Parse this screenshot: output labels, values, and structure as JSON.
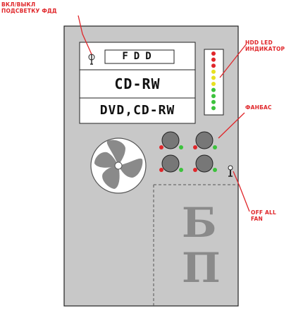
{
  "labels": {
    "backlight_switch_line1": "ВКЛ/ВЫКЛ",
    "backlight_switch_line2": "ПОДСВЕТКУ ФДД",
    "hdd_led_line1": "HDD LED",
    "hdd_led_line2": "ИНДИКАТОР",
    "fanbus": "ФАНБАС",
    "off_all_fan_line1": "OFF ALL",
    "off_all_fan_line2": "FAN"
  },
  "drive_bays": {
    "fdd_label": "FDD",
    "cdrw_label": "CD-RW",
    "dvd_label": "DVD,CD-RW"
  },
  "psu": {
    "letter_top": "Б",
    "letter_bottom": "П"
  },
  "led_colors": [
    "#e0262a",
    "#e0262a",
    "#e0262a",
    "#e8e020",
    "#e8e020",
    "#e8e020",
    "#3cc23c",
    "#3cc23c",
    "#3cc23c",
    "#3cc23c"
  ],
  "colors": {
    "case": "#c8c8c8",
    "accent_red": "#e0262a",
    "led_green": "#3cc23c",
    "knob": "#777777"
  }
}
